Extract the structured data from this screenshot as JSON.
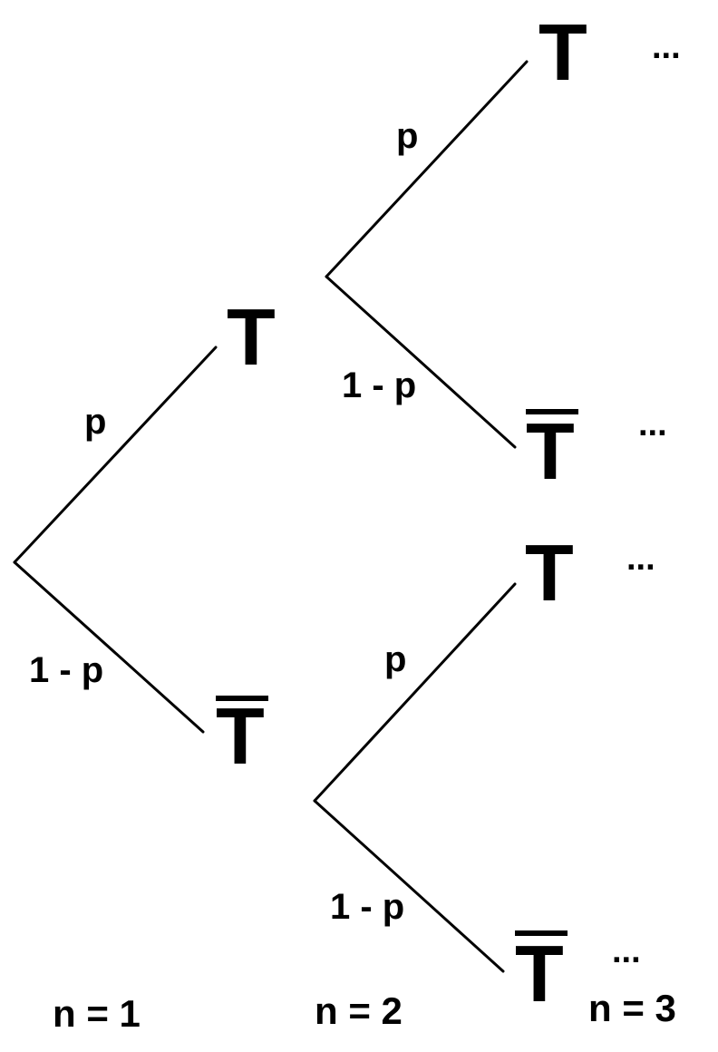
{
  "nodes": {
    "n1_success": "T",
    "n1_failure": "T",
    "n2_success_success": "T",
    "n2_success_failure": "T",
    "n2_failure_success": "T",
    "n2_failure_failure": "T"
  },
  "probabilities": {
    "success": "p",
    "failure": "1 - p"
  },
  "continuation": "...",
  "levels": [
    "n = 1",
    "n = 2",
    "n = 3"
  ]
}
